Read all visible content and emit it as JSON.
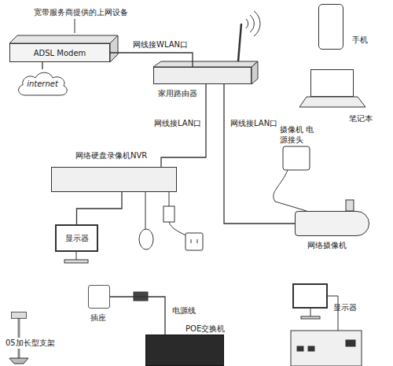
{
  "diagram": {
    "nodes": [
      {
        "text": [
          "宽带服务商提供的上网设备",
          "ADSL Modem"
        ]
      },
      {
        "text": [
          "internet"
        ]
      },
      {
        "text": [
          "家用路由器"
        ]
      },
      {
        "text": [
          "手机"
        ]
      },
      {
        "text": [
          "笔记本"
        ]
      },
      {
        "text": [
          "网络硬盘录像机NVR"
        ]
      },
      {
        "text": [
          "网络摄像机"
        ]
      },
      {
        "text": [
          "显示器"
        ]
      },
      {
        "text": [
          "插座"
        ]
      },
      {
        "text": [
          "05加长型支架"
        ]
      },
      {
        "text": [
          "POE交换机"
        ]
      },
      {
        "text": [
          "显示器"
        ]
      }
    ],
    "edges": [
      {
        "from": 0,
        "to": 1,
        "arrow": "none"
      },
      {
        "from": 0,
        "to": 2,
        "label": "网线接WLAN口",
        "arrow": "none"
      },
      {
        "from": 2,
        "to": 5,
        "label": "网线接LAN口",
        "arrow": "none"
      },
      {
        "from": 2,
        "to": 6,
        "label": "网线接LAN口",
        "arrow": "none"
      },
      {
        "from": 5,
        "to": 7,
        "arrow": "none"
      },
      {
        "from": 8,
        "to": 10,
        "label": "电源线",
        "arrow": "none"
      }
    ],
    "labels": [
      "摄像机 电源接头"
    ]
  }
}
